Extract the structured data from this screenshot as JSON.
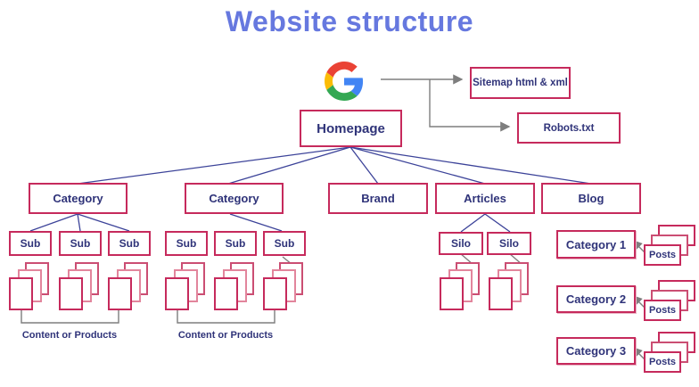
{
  "title": "Website structure",
  "nodes": {
    "sitemap": "Sitemap html & xml",
    "robots": "Robots.txt",
    "homepage": "Homepage",
    "category": "Category",
    "brand": "Brand",
    "articles": "Articles",
    "blog": "Blog",
    "sub": "Sub",
    "silo": "Silo",
    "posts": "Posts",
    "content_label": "Content or Products",
    "blog_cat1": "Category 1",
    "blog_cat2": "Category 2",
    "blog_cat3": "Category 3"
  },
  "icons": {
    "google": "google-g-icon"
  },
  "colors": {
    "title": "#6678DF",
    "box_border": "#C62A5C",
    "box_text": "#2F3379",
    "tree_lines": "#3C4399",
    "arrow_lines": "#7E7E7E",
    "google_blue": "#4285F4",
    "google_red": "#EA4335",
    "google_yellow": "#FBBC05",
    "google_green": "#34A853"
  }
}
